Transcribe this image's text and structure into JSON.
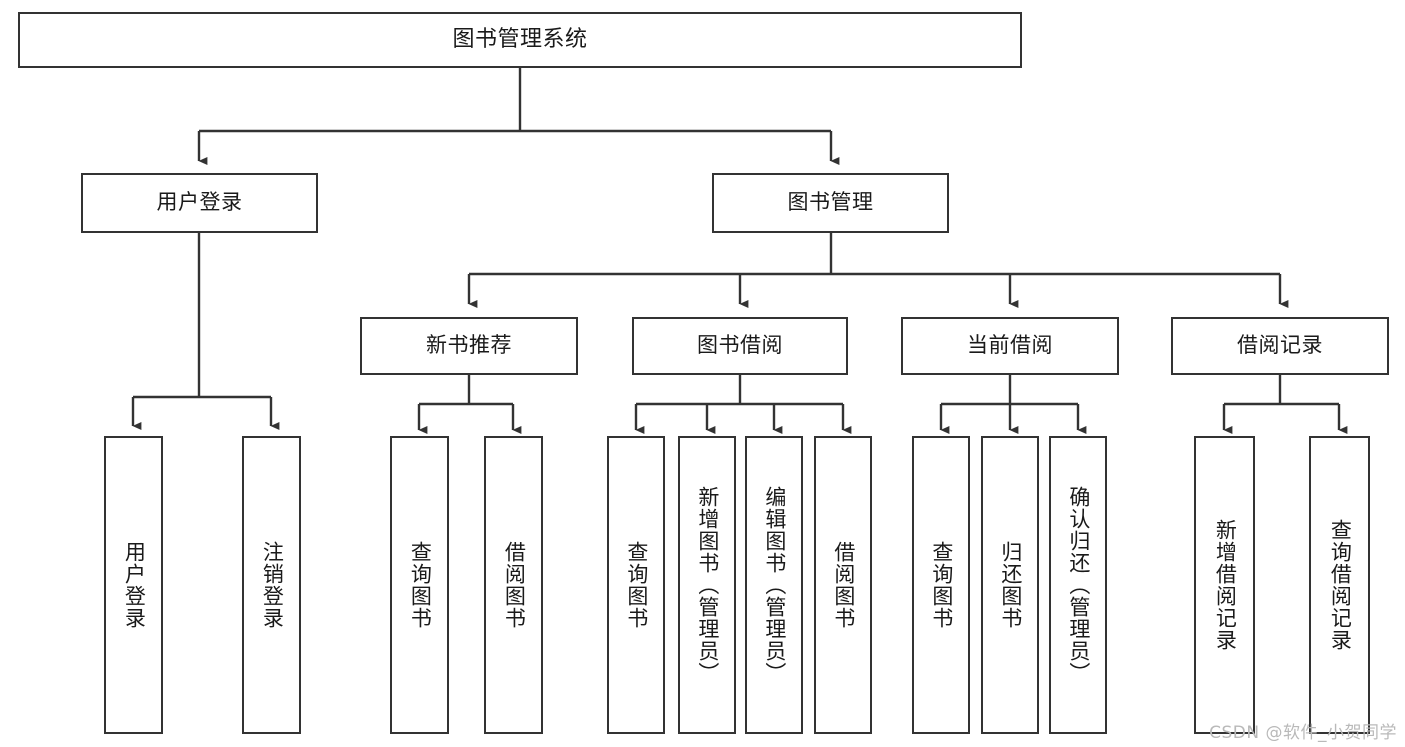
{
  "diagram": {
    "title": "图书管理系统",
    "type": "tree-hierarchy",
    "watermark": "CSDN @软件_小贺同学",
    "colors": {
      "box_border": "#333333",
      "box_fill": "#ffffff",
      "connector": "#333333",
      "text": "#1a1a1a",
      "watermark": "#b9b9b9",
      "background": "#ffffff"
    },
    "root": {
      "label": "图书管理系统"
    },
    "level2": [
      {
        "id": "user-login",
        "label": "用户登录"
      },
      {
        "id": "book-management",
        "label": "图书管理"
      }
    ],
    "level3": [
      {
        "id": "new-book-recommend",
        "label": "新书推荐"
      },
      {
        "id": "book-borrow",
        "label": "图书借阅"
      },
      {
        "id": "current-borrow",
        "label": "当前借阅"
      },
      {
        "id": "borrow-record",
        "label": "借阅记录"
      }
    ],
    "leaves": {
      "user_login": [
        {
          "id": "leaf-user-login",
          "label": "用户登录"
        },
        {
          "id": "leaf-logout-login",
          "label": "注销登录"
        }
      ],
      "new_book_recommend": [
        {
          "id": "leaf-query-book-1",
          "label": "查询图书"
        },
        {
          "id": "leaf-borrow-book-1",
          "label": "借阅图书"
        }
      ],
      "book_borrow": [
        {
          "id": "leaf-query-book-2",
          "label": "查询图书"
        },
        {
          "id": "leaf-add-book",
          "label": "新增图书（管理员）"
        },
        {
          "id": "leaf-edit-book",
          "label": "编辑图书（管理员）"
        },
        {
          "id": "leaf-borrow-book-2",
          "label": "借阅图书"
        }
      ],
      "current_borrow": [
        {
          "id": "leaf-query-book-3",
          "label": "查询图书"
        },
        {
          "id": "leaf-return-book",
          "label": "归还图书"
        },
        {
          "id": "leaf-confirm-return",
          "label": "确认归还（管理员）"
        }
      ],
      "borrow_record": [
        {
          "id": "leaf-add-record",
          "label": "新增借阅记录"
        },
        {
          "id": "leaf-query-record",
          "label": "查询借阅记录"
        }
      ]
    }
  }
}
